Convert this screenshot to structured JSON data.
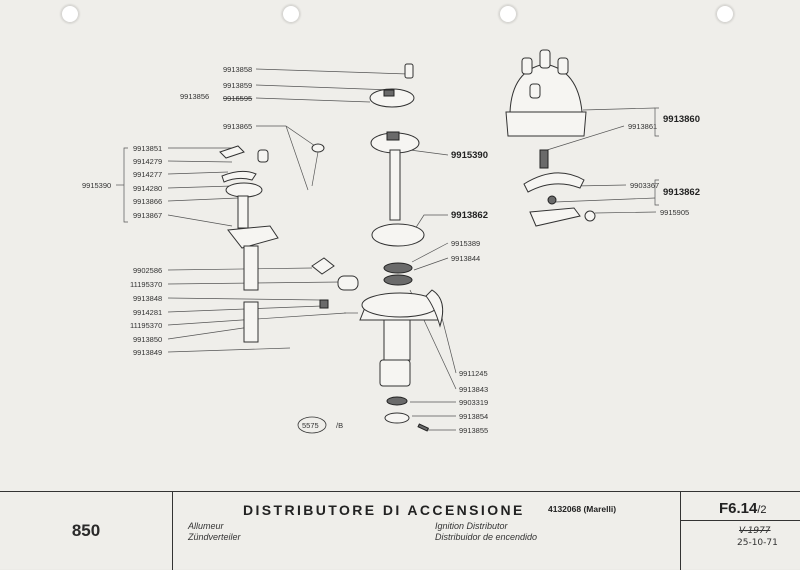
{
  "header": {
    "model": "850",
    "title": "DISTRIBUTORE DI ACCENSIONE",
    "ref": "4132068 (Marelli)",
    "fr_label": "Allumeur",
    "de_label": "Zündverteiler",
    "en_label": "Ignition Distributor",
    "es_label": "Distribuidor de encendido",
    "code_main": "F6.14",
    "code_sub": "/2",
    "stamp_top": "V-1977",
    "stamp_date": "25-10-71"
  },
  "figure_number": "5575",
  "figure_suffix": "/B",
  "parts": {
    "top": [
      "9913858",
      "9913859",
      "9913856",
      "9916595",
      "9913865"
    ],
    "left_group": [
      "9913851",
      "9914279",
      "9914277",
      "9914280",
      "9913866",
      "9913867"
    ],
    "left_group_label": "9915390",
    "left_lower": [
      "9902586",
      "11195370",
      "9913848",
      "9914281",
      "11195370",
      "9913850",
      "9913849"
    ],
    "center": [
      "9915390",
      "9913862",
      "9915389",
      "9913844"
    ],
    "right_top": [
      "9913861",
      "9913860"
    ],
    "right_mid": [
      "9903367",
      "9913862",
      "9915905"
    ],
    "bottom_center": [
      "9911245",
      "9913843",
      "9903319",
      "9913854",
      "9913855"
    ]
  }
}
